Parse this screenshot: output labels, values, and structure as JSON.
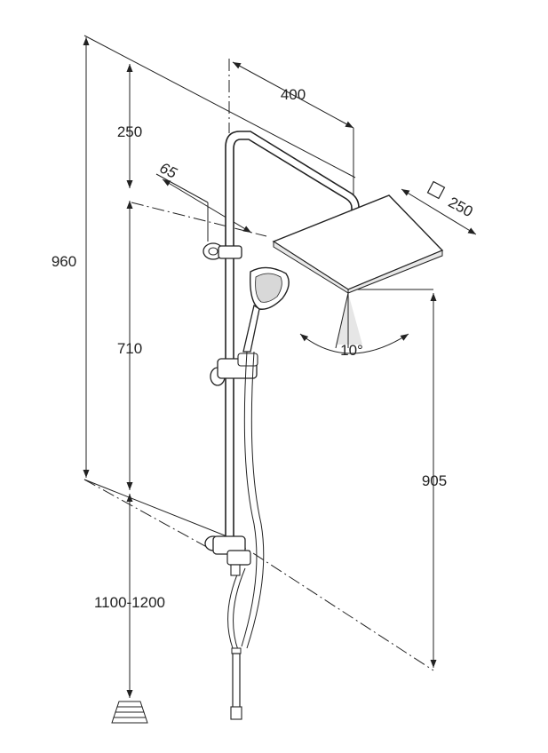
{
  "dimensions": {
    "total_height": "960",
    "top_to_arm": "250",
    "arm_reach": "400",
    "bracket_offset": "65",
    "head_size": "250",
    "rail_length": "710",
    "head_clearance": "905",
    "install_height": "1100-1200",
    "head_tilt": "10°"
  }
}
